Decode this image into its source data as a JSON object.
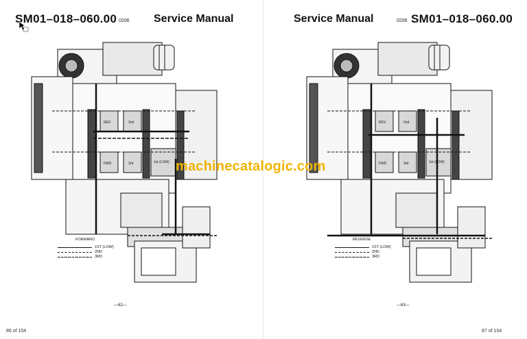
{
  "left_page": {
    "doc_number": "SM01–018–060.00",
    "revision": "0206",
    "title": "Service Manual",
    "legend": {
      "mode": "FORWARD",
      "entries": [
        "1ST (LOW)",
        "2ND",
        "3RD"
      ]
    },
    "diagram_labels": [
      "REV",
      "2nd",
      "FWD",
      "3rd",
      "1st (LOW)"
    ],
    "page_number": "—62—",
    "page_of": "86 of 154"
  },
  "right_page": {
    "doc_number": "SM01–018–060.00",
    "revision": "0206",
    "title": "Service Manual",
    "legend": {
      "mode": "REVERSE",
      "entries": [
        "1ST (LOW)",
        "2ND",
        "3RD"
      ]
    },
    "diagram_labels": [
      "REV",
      "2nd",
      "FWD",
      "3rd",
      "1st (LOW)"
    ],
    "page_number": "—63—",
    "page_of": "87 of 154"
  },
  "watermark": "machinecatalogic.com",
  "icons": [
    "cursor-icon"
  ]
}
